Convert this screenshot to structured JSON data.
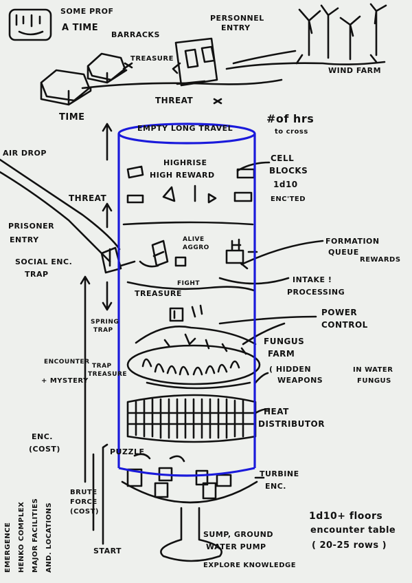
{
  "labels": {
    "some_prof": "SOME PROF",
    "a_time": "A TIME",
    "barracks": "BARRACKS",
    "treasure_top": "TREASURE",
    "personnel": "PERSONNEL",
    "entry_top": "ENTRY",
    "wind_farm": "WIND FARM",
    "threat_top": "THREAT",
    "time": "TIME",
    "empty_long_travel": "EMPTY LONG TRAVEL",
    "floors_count": "#of hrs",
    "to_cross": "to cross",
    "air_drop": "AIR DROP",
    "highrise": "HIGHRISE",
    "high_reward": "HIGH REWARD",
    "cell": "CELL",
    "blocks": "BLOCKS",
    "d10": "1d10",
    "encounter_short": "ENC'TED",
    "threat_mid": "THREAT",
    "prisoner": "PRISONER",
    "entry_mid": "ENTRY",
    "alive": "ALIVE",
    "aggro": "AGGRO",
    "formation": "FORMATION",
    "queue": "QUEUE",
    "rewards": "REWARDS",
    "social_enc": "SOCIAL ENC.",
    "trap": "TRAP",
    "fight": "FIGHT",
    "intake": "INTAKE !",
    "processing": "PROCESSING",
    "treasure_mid": "TREASURE",
    "power": "POWER",
    "control": "CONTROL",
    "spring": "SPRING",
    "trap2": "TRAP",
    "fungus": "FUNGUS",
    "farm": "FARM",
    "hidden": "( HIDDEN",
    "weapons": "WEAPONS",
    "in_water": "IN WATER",
    "fungus2": "FUNGUS",
    "encounter": "ENCOUNTER",
    "mystery": "+ MYSTERY",
    "trap_treasure1": "TRAP",
    "trap_treasure2": "TREASURE",
    "heat": "HEAT",
    "distributor": "DISTRIBUTOR",
    "enc_cost1": "ENC.",
    "enc_cost2": "(COST)",
    "puzzle": "PUZZLE",
    "turbine": "TURBINE",
    "turbine_enc": "ENC.",
    "brute": "BRUTE",
    "force": "FORCE",
    "cost": "(COST)",
    "emergence": "EMERGENCE",
    "henko": "HENKO COMPLEX",
    "major": "MAJOR FACILITIES",
    "locations": "AND. LOCATIONS",
    "floors1": "1d10+ floors",
    "floors2": "encounter table",
    "floors3": "( 20-25 rows )",
    "start": "START",
    "sump1": "SUMP, GROUND",
    "sump2": "WATER PUMP",
    "explore": "EXPLORE KNOWLEDGE"
  },
  "colors": {
    "ink": "#111111",
    "marker_blue": "#1a1adb",
    "board": "#eef0ed"
  }
}
